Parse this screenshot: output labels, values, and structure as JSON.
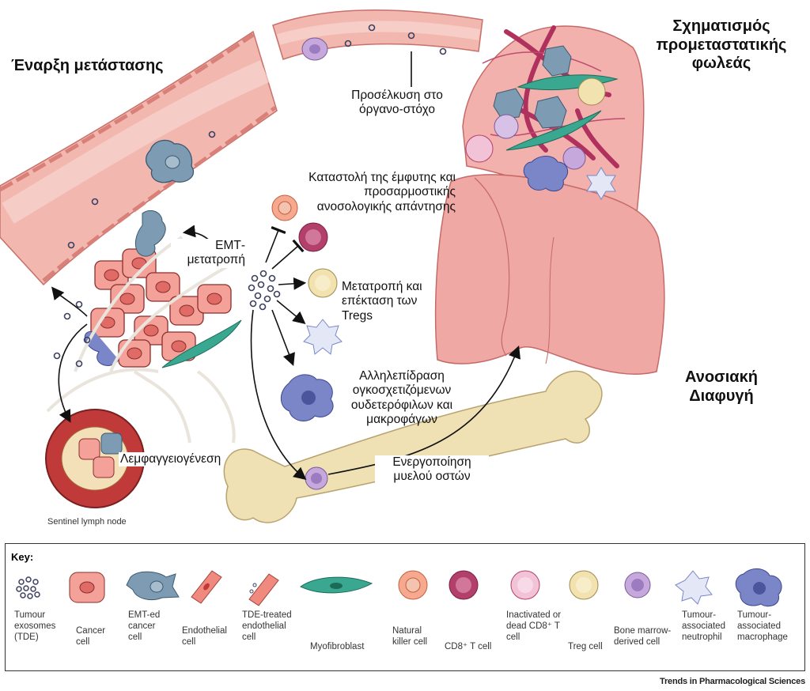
{
  "labels": {
    "metastasis_start": "Έναρξη μετάστασης",
    "premetastatic_niche": "Σχηματισμός προμεταστατικής φωλεάς",
    "recruitment": "Προσέλκυση στο όργανο-στόχο",
    "suppression": "Καταστολή της έμφυτης και προσαρμοστικής ανοσολογικής απάντησης",
    "emt": "ΕΜΤ- μετατροπή",
    "tregs": "Μετατροπή και επέκταση των Tregs",
    "interaction": "Αλληλεπίδραση ογκοσχετιζόμενων ουδετερόφιλων και μακροφάγων",
    "immune_escape": "Ανοσιακή Διαφυγή",
    "lymphangiogenesis": "Λεμφαγγειογένεση",
    "bone_marrow": "Ενεργοποίηση μυελού οστών",
    "sentinel": "Sentinel lymph node"
  },
  "key": {
    "title": "Key:",
    "items": [
      {
        "label": "Tumour exosomes (TDE)"
      },
      {
        "label": "Cancer cell"
      },
      {
        "label": "EMT-ed cancer cell"
      },
      {
        "label": "Endothelial cell"
      },
      {
        "label": "TDE-treated endothelial cell"
      },
      {
        "label": "Myofibroblast"
      },
      {
        "label": "Natural killer cell"
      },
      {
        "label": "CD8⁺ T cell"
      },
      {
        "label": "Inactivated or dead CD8⁺ T cell"
      },
      {
        "label": "Treg cell"
      },
      {
        "label": "Bone marrow-derived cell"
      },
      {
        "label": "Tumour-associated neutrophil"
      },
      {
        "label": "Tumour-associated macrophage"
      }
    ]
  },
  "credit": "Trends in Pharmacological Sciences",
  "colors": {
    "vessel": "#f2b8b0",
    "vessel_edge": "#c9706a",
    "lung": "#f0a8a5",
    "bone": "#efe1b4",
    "cancer": "#f4a19a",
    "emt": "#7d9cb3",
    "myofibroblast": "#3aa890",
    "cd8": "#b2406a",
    "nk": "#f6a98f",
    "treg": "#f1e2b0",
    "bmdc": "#c7a8dc",
    "macrophage": "#7b86c9",
    "neutrophil": "#e4e8f6"
  }
}
